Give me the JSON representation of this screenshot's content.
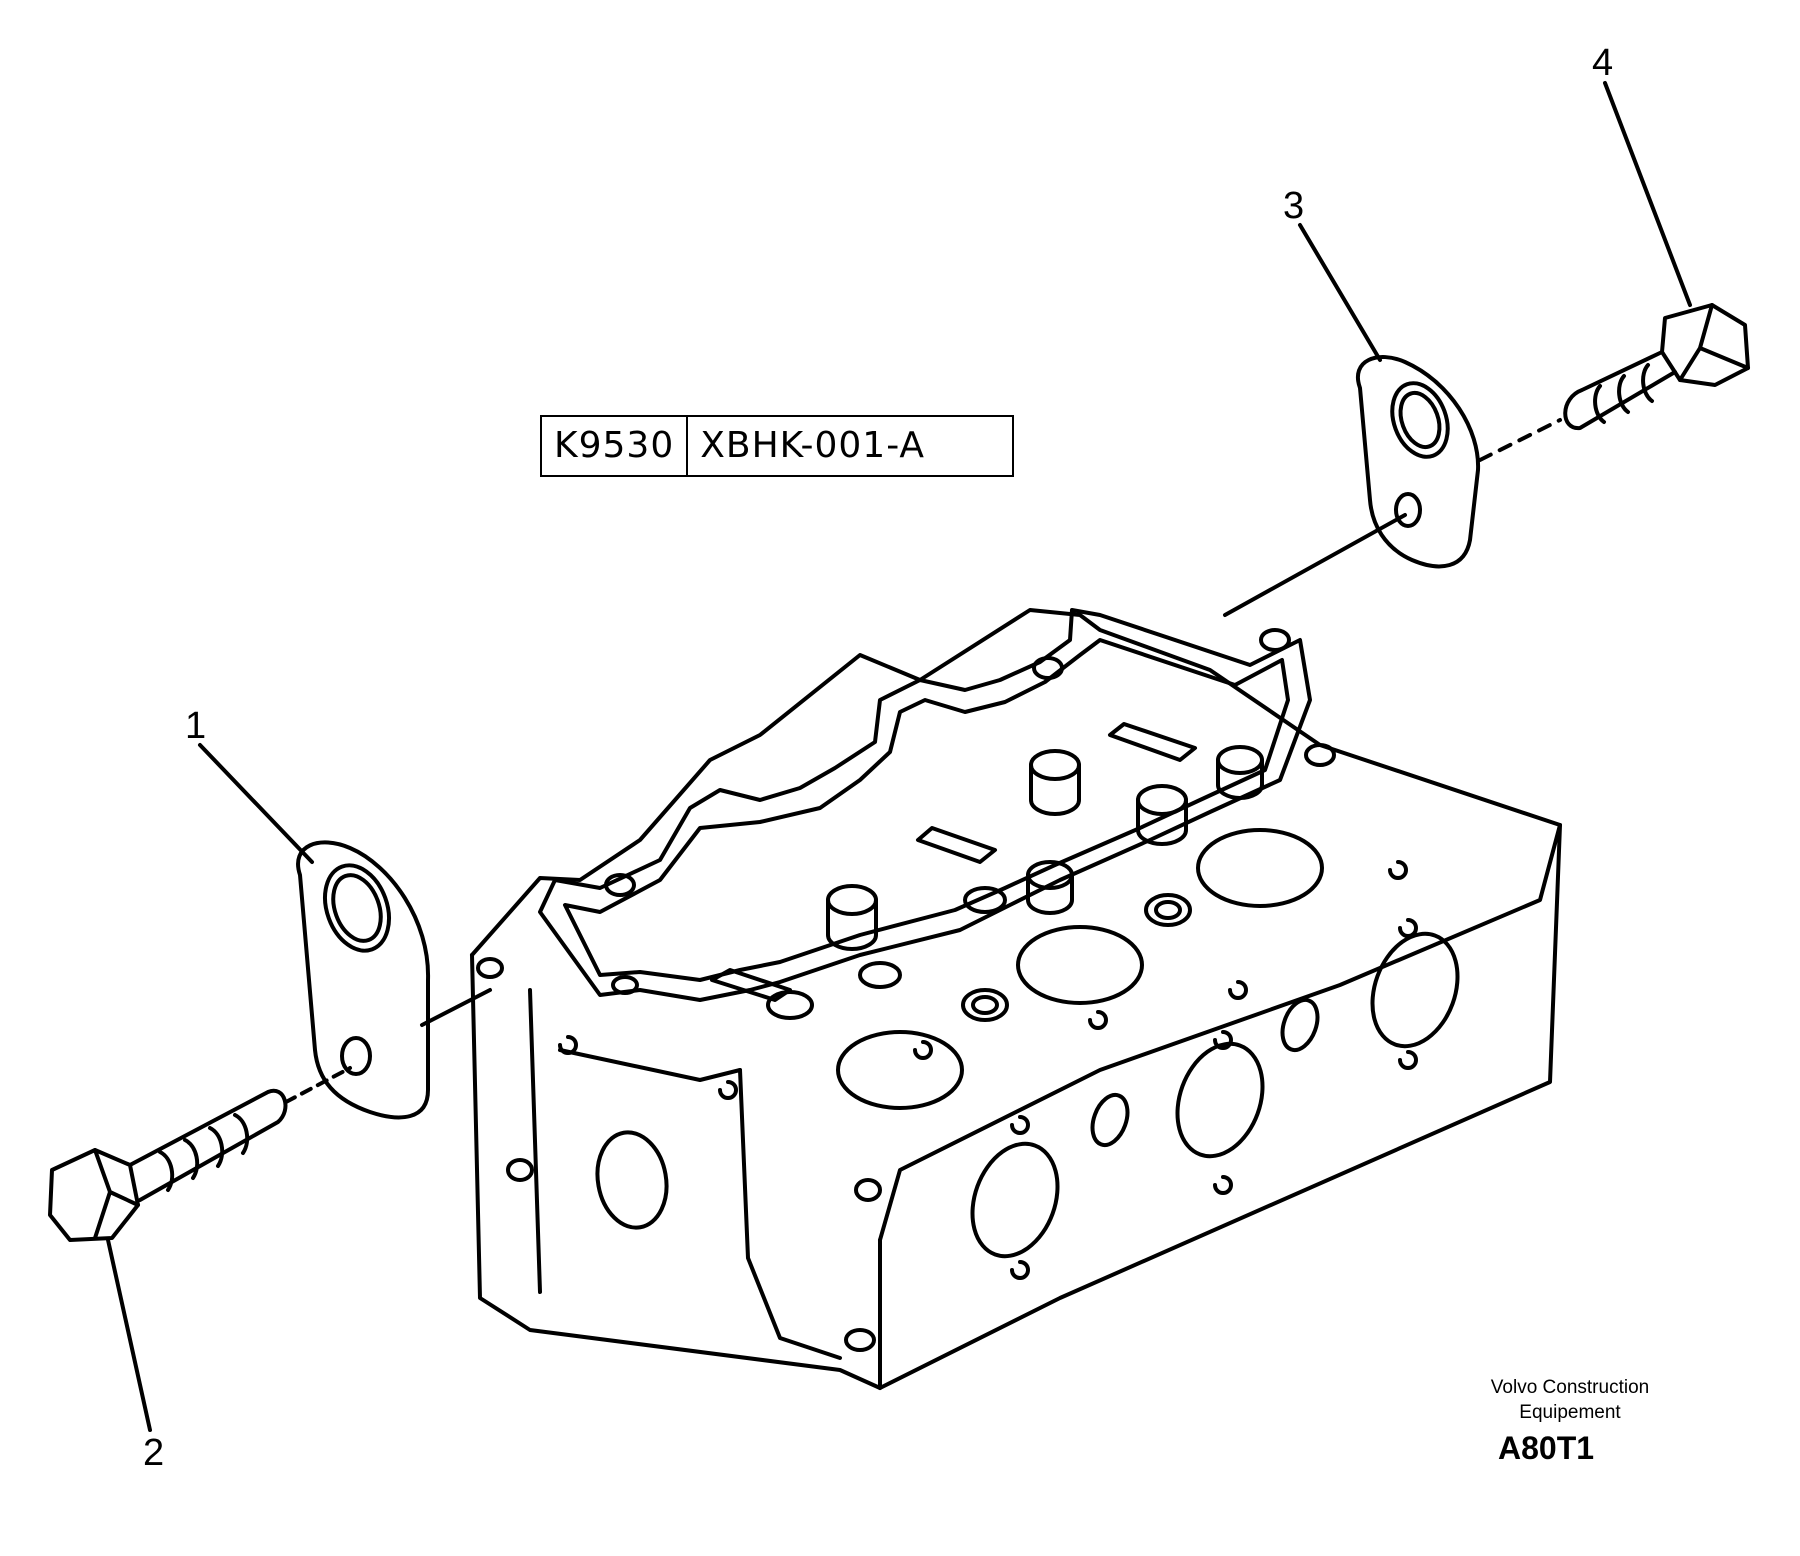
{
  "reference": {
    "left": "K9530",
    "right": "XBHK-001-A"
  },
  "callouts": [
    "1",
    "2",
    "3",
    "4"
  ],
  "brand": {
    "line1": "Volvo Construction",
    "line2": "Equipement"
  },
  "figure_code": "A80T1"
}
